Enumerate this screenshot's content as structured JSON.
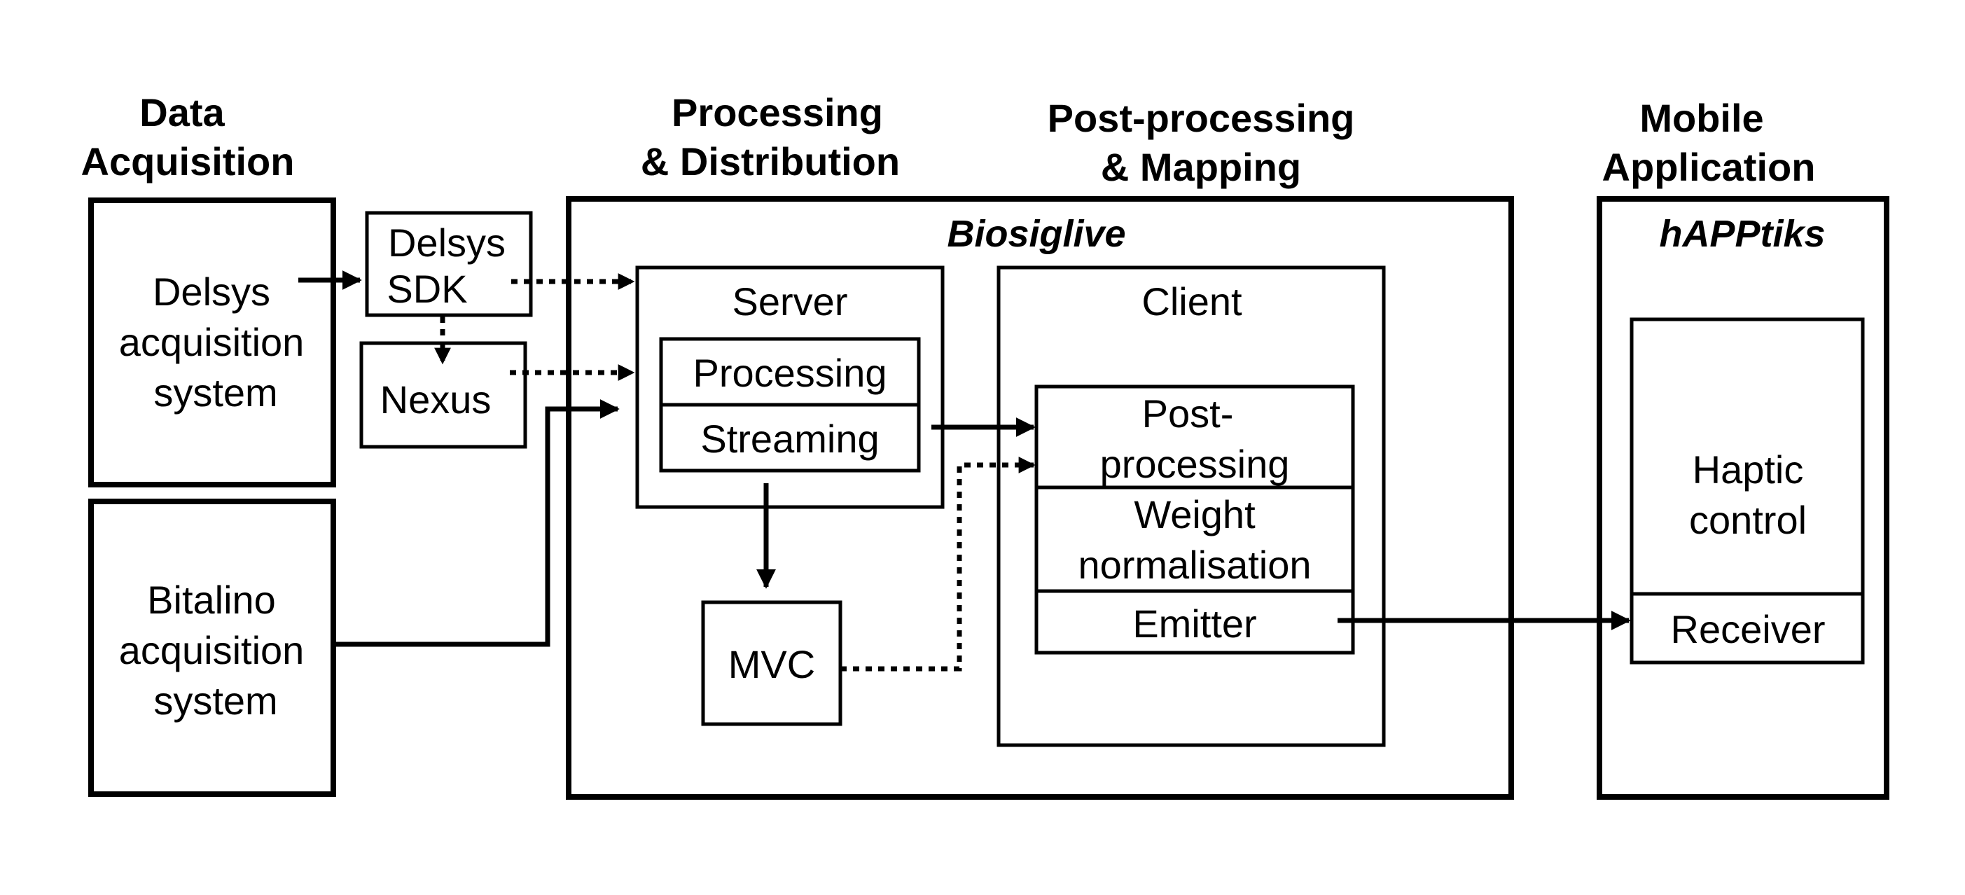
{
  "headers": {
    "acquisition": [
      "Data",
      "Acquisition"
    ],
    "processing": [
      "Processing",
      "& Distribution"
    ],
    "postprocessing": [
      "Post-processing",
      "& Mapping"
    ],
    "mobile": [
      "Mobile",
      "Application"
    ]
  },
  "sources": {
    "delsys": [
      "Delsys",
      "acquisition",
      "system"
    ],
    "bitalino": [
      "Bitalino",
      "acquisition",
      "system"
    ],
    "delsys_sdk": [
      "Delsys",
      "SDK"
    ],
    "nexus": "Nexus"
  },
  "biosiglive": {
    "title": "Biosiglive",
    "server": {
      "label": "Server",
      "processing": "Processing",
      "streaming": "Streaming"
    },
    "mvc": "MVC",
    "client": {
      "label": "Client",
      "post_processing": [
        "Post-",
        "processing"
      ],
      "weight_normalisation": [
        "Weight",
        "normalisation"
      ],
      "emitter": "Emitter"
    }
  },
  "happtiks": {
    "title": "hAPPtiks",
    "haptic_control": [
      "Haptic",
      "control"
    ],
    "receiver": "Receiver"
  }
}
